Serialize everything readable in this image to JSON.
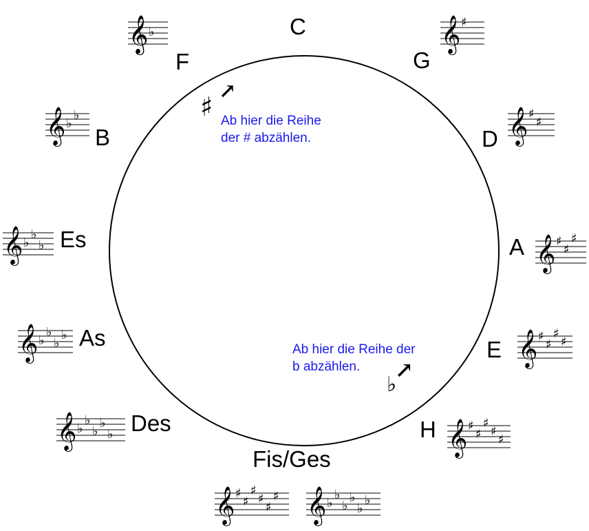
{
  "keys": [
    {
      "name": "C",
      "signature": {
        "type": "none",
        "count": 0
      }
    },
    {
      "name": "G",
      "signature": {
        "type": "sharp",
        "count": 1
      }
    },
    {
      "name": "D",
      "signature": {
        "type": "sharp",
        "count": 2
      }
    },
    {
      "name": "A",
      "signature": {
        "type": "sharp",
        "count": 3
      }
    },
    {
      "name": "E",
      "signature": {
        "type": "sharp",
        "count": 4
      }
    },
    {
      "name": "H",
      "signature": {
        "type": "sharp",
        "count": 5
      }
    },
    {
      "name": "Fis/Ges",
      "signatures": [
        {
          "type": "sharp",
          "count": 6
        },
        {
          "type": "flat",
          "count": 6
        }
      ]
    },
    {
      "name": "Des",
      "signature": {
        "type": "flat",
        "count": 5
      }
    },
    {
      "name": "As",
      "signature": {
        "type": "flat",
        "count": 4
      }
    },
    {
      "name": "Es",
      "signature": {
        "type": "flat",
        "count": 3
      }
    },
    {
      "name": "B",
      "signature": {
        "type": "flat",
        "count": 2
      }
    },
    {
      "name": "F",
      "signature": {
        "type": "flat",
        "count": 1
      }
    }
  ],
  "notes": {
    "sharps": {
      "line1": "Ab hier die Reihe",
      "line2": "der # abzählen.",
      "symbol": "♯",
      "arrow": "↗"
    },
    "flats": {
      "line1": "Ab hier die Reihe der",
      "line2": "b abzählen.",
      "symbol": "♭",
      "arrow": "↗"
    }
  },
  "colors": {
    "note_text": "#1a1aee",
    "ink": "#000000"
  }
}
